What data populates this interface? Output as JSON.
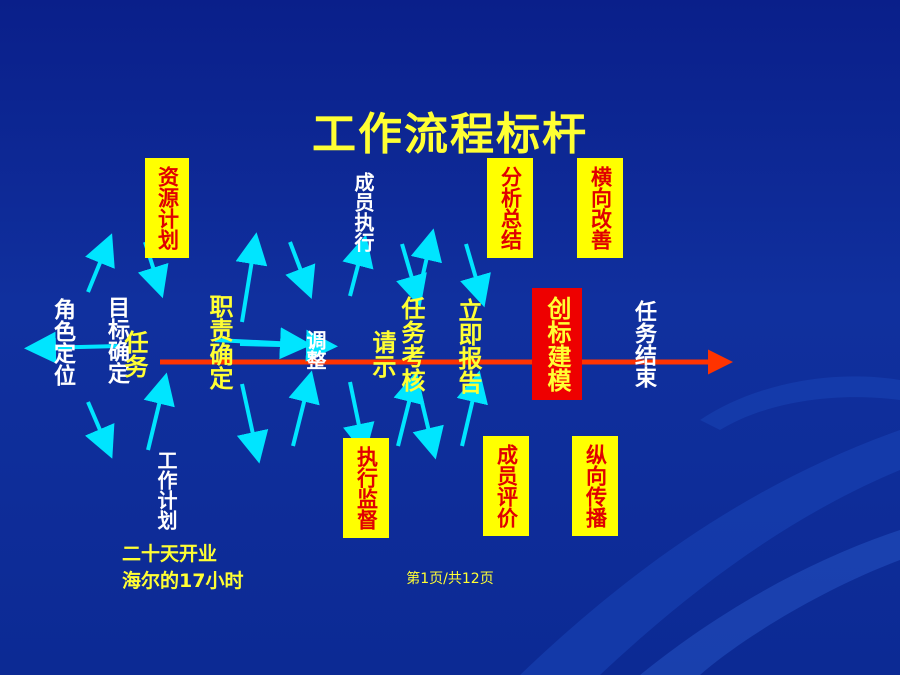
{
  "title": "工作流程标杆",
  "labels": {
    "role": "角色定位",
    "goal": "目标确定",
    "task": "任务",
    "duty": "职责确定",
    "adjust": "调整",
    "request": "请示",
    "member_exec": "成员执行",
    "assess": "任务考核",
    "report": "立即报告",
    "end": "任务结束",
    "plan": "工作计划"
  },
  "boxes": {
    "resource": "资源计划",
    "analysis": "分析总结",
    "horizontal": "横向改善",
    "supervise": "执行监督",
    "evaluate": "成员评价",
    "vertical": "纵向传播",
    "benchmark": "创标建模"
  },
  "note": [
    "二十天开业",
    "海尔的17小时"
  ],
  "footer": "第1页/共12页",
  "colors": {
    "background": "#10309e",
    "title": "#ffff33",
    "box_fill": "#ffff00",
    "box_text": "#e00000",
    "main_arrow": "#ff3300",
    "branch_arrow": "#00e5ff"
  }
}
